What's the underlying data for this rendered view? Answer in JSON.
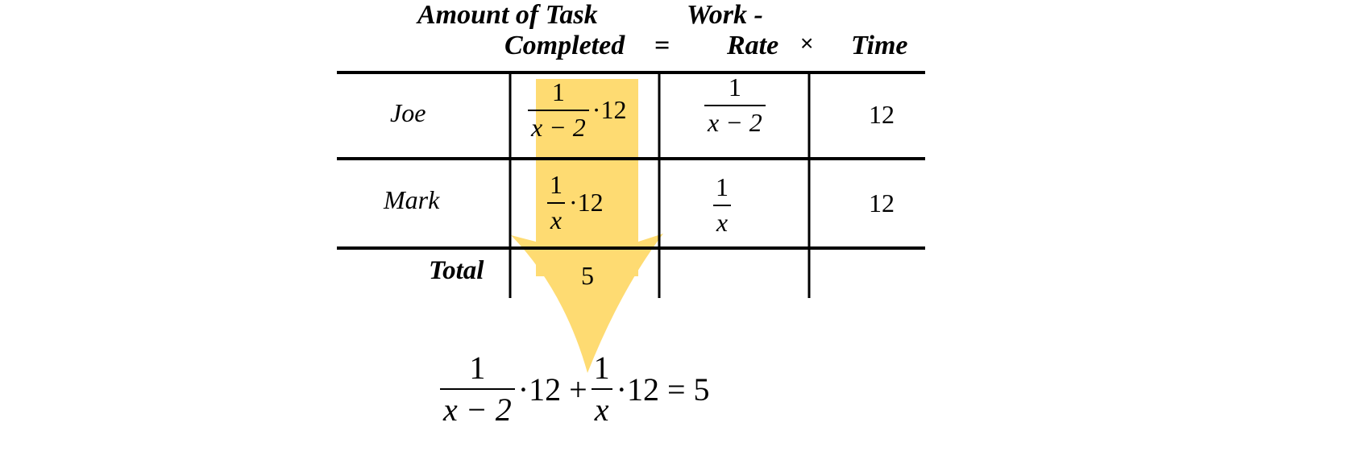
{
  "header": {
    "amount_line1": "Amount of Task",
    "amount_line2": "Completed",
    "equals": "=",
    "work_line1": "Work -",
    "work_line2": "Rate",
    "times": "×",
    "time": "Time"
  },
  "rows": [
    {
      "name": "Joe",
      "amount": {
        "num": "1",
        "den": "x − 2",
        "factor": "·12"
      },
      "rate": {
        "num": "1",
        "den": "x − 2"
      },
      "time": "12"
    },
    {
      "name": "Mark",
      "amount": {
        "num": "1",
        "den": "x",
        "factor": "·12"
      },
      "rate": {
        "num": "1",
        "den": "x"
      },
      "time": "12"
    }
  ],
  "total": {
    "label": "Total",
    "amount": "5"
  },
  "equation": {
    "term1": {
      "num": "1",
      "den": "x − 2"
    },
    "mid": "·12 +",
    "term2": {
      "num": "1",
      "den": "x"
    },
    "end": "·12 = 5"
  },
  "colors": {
    "arrow": "#FEDB72",
    "lines": "#000000"
  }
}
